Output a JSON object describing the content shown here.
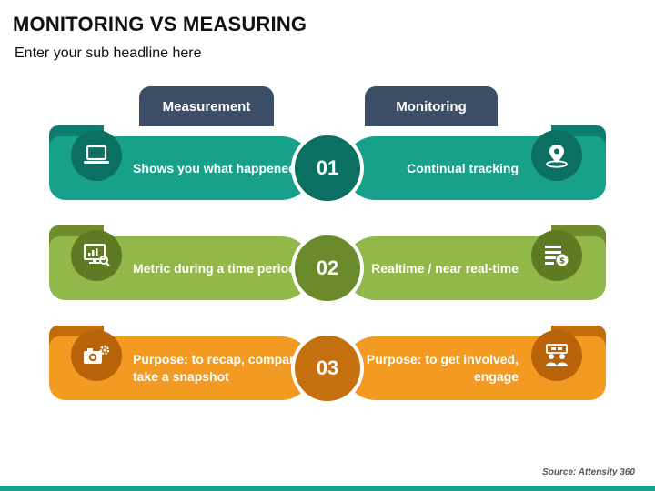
{
  "title": "MONITORING VS MEASURING",
  "subtitle": "Enter your sub headline here",
  "headers": {
    "left": "Measurement",
    "right": "Monitoring"
  },
  "rows": [
    {
      "number": "01",
      "left_text": "Shows you what happened",
      "right_text": "Continual tracking",
      "left_icon": "laptop-icon",
      "right_icon": "location-pin-icon",
      "color": "#17a18a"
    },
    {
      "number": "02",
      "left_text": "Metric during a time period",
      "right_text": "Realtime / near real-time",
      "left_icon": "monitor-chart-icon",
      "right_icon": "dollar-report-icon",
      "color": "#92b84a"
    },
    {
      "number": "03",
      "left_text": "Purpose: to recap, compare, take a snapshot",
      "right_text": "Purpose: to get involved, engage",
      "left_icon": "camera-gear-icon",
      "right_icon": "team-icon",
      "color": "#f29a22"
    }
  ],
  "source": "Source: Attensity 360"
}
